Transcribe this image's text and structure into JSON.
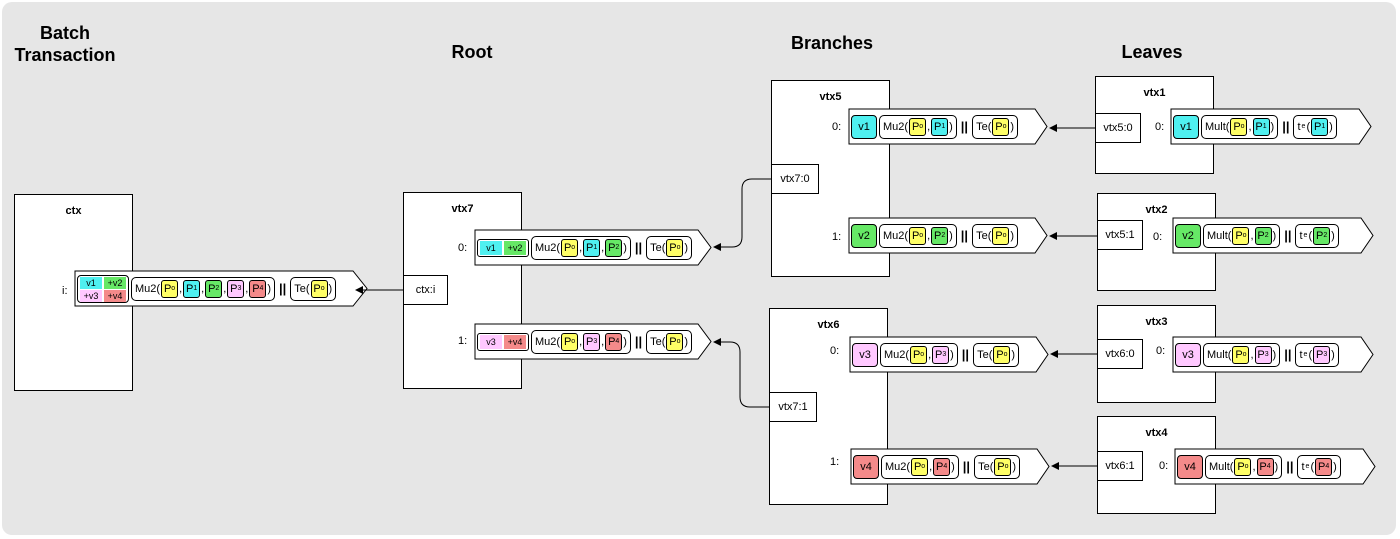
{
  "headings": {
    "batch": [
      "Batch",
      "Transaction"
    ],
    "root": "Root",
    "branches": "Branches",
    "leaves": "Leaves"
  },
  "colors": {
    "background": "#e6e6e6",
    "v1": "#4ff0f0",
    "v2": "#66e866",
    "v3": "#ffc8ff",
    "v4": "#f48a8a",
    "po": "#ffff66"
  },
  "ctx": {
    "title": "ctx",
    "index": "i:",
    "amounts": [
      "v1",
      "+v2",
      "+v3",
      "+v4"
    ],
    "script": {
      "fn": "Mu2(",
      "keys": [
        "P",
        "P",
        "P",
        "P",
        "P"
      ],
      "subs": [
        "o",
        "1",
        "2",
        "3",
        "4"
      ],
      "timeout": "Te(",
      "key": "P",
      "sub": "o"
    }
  },
  "vtx7": {
    "title": "vtx7",
    "input": "ctx:i",
    "outputs": [
      {
        "index": "0:",
        "amounts": [
          "v1",
          "+v2"
        ],
        "fn": "Mu2(",
        "keys": [
          "P",
          "P",
          "P"
        ],
        "subs": [
          "o",
          "1",
          "2"
        ],
        "timeout": "Te(",
        "tkey": "P",
        "tsub": "o"
      },
      {
        "index": "1:",
        "amounts": [
          "v3",
          "+v4"
        ],
        "fn": "Mu2(",
        "keys": [
          "P",
          "P",
          "P"
        ],
        "subs": [
          "o",
          "3",
          "4"
        ],
        "timeout": "Te(",
        "tkey": "P",
        "tsub": "o"
      }
    ]
  },
  "vtx5": {
    "title": "vtx5",
    "input": "vtx7:0",
    "outputs": [
      {
        "index": "0:",
        "amount": "v1",
        "fn": "Mu2(",
        "keys": [
          "P",
          "P"
        ],
        "subs": [
          "o",
          "1"
        ],
        "timeout": "Te(",
        "tkey": "P",
        "tsub": "o"
      },
      {
        "index": "1:",
        "amount": "v2",
        "fn": "Mu2(",
        "keys": [
          "P",
          "P"
        ],
        "subs": [
          "o",
          "2"
        ],
        "timeout": "Te(",
        "tkey": "P",
        "tsub": "o"
      }
    ]
  },
  "vtx6": {
    "title": "vtx6",
    "input": "vtx7:1",
    "outputs": [
      {
        "index": "0:",
        "amount": "v3",
        "fn": "Mu2(",
        "keys": [
          "P",
          "P"
        ],
        "subs": [
          "o",
          "3"
        ],
        "timeout": "Te(",
        "tkey": "P",
        "tsub": "o"
      },
      {
        "index": "1:",
        "amount": "v4",
        "fn": "Mu2(",
        "keys": [
          "P",
          "P"
        ],
        "subs": [
          "o",
          "4"
        ],
        "timeout": "Te(",
        "tkey": "P",
        "tsub": "o"
      }
    ]
  },
  "leaves": [
    {
      "title": "vtx1",
      "input": "vtx5:0",
      "index": "0:",
      "amount": "v1",
      "fn": "Mult(",
      "keys": [
        "P",
        "P"
      ],
      "subs": [
        "o",
        "1"
      ],
      "timeout": "t",
      "tsubt": "e",
      "tkey": "P",
      "tsub": "1"
    },
    {
      "title": "vtx2",
      "input": "vtx5:1",
      "index": "0:",
      "amount": "v2",
      "fn": "Mult(",
      "keys": [
        "P",
        "P"
      ],
      "subs": [
        "o",
        "2"
      ],
      "timeout": "t",
      "tsubt": "e",
      "tkey": "P",
      "tsub": "2"
    },
    {
      "title": "vtx3",
      "input": "vtx6:0",
      "index": "0:",
      "amount": "v3",
      "fn": "Mult(",
      "keys": [
        "P",
        "P"
      ],
      "subs": [
        "o",
        "3"
      ],
      "timeout": "t",
      "tsubt": "e",
      "tkey": "P",
      "tsub": "3"
    },
    {
      "title": "vtx4",
      "input": "vtx6:1",
      "index": "0:",
      "amount": "v4",
      "fn": "Mult(",
      "keys": [
        "P",
        "P"
      ],
      "subs": [
        "o",
        "4"
      ],
      "timeout": "t",
      "tsubt": "e",
      "tkey": "P",
      "tsub": "4"
    }
  ]
}
